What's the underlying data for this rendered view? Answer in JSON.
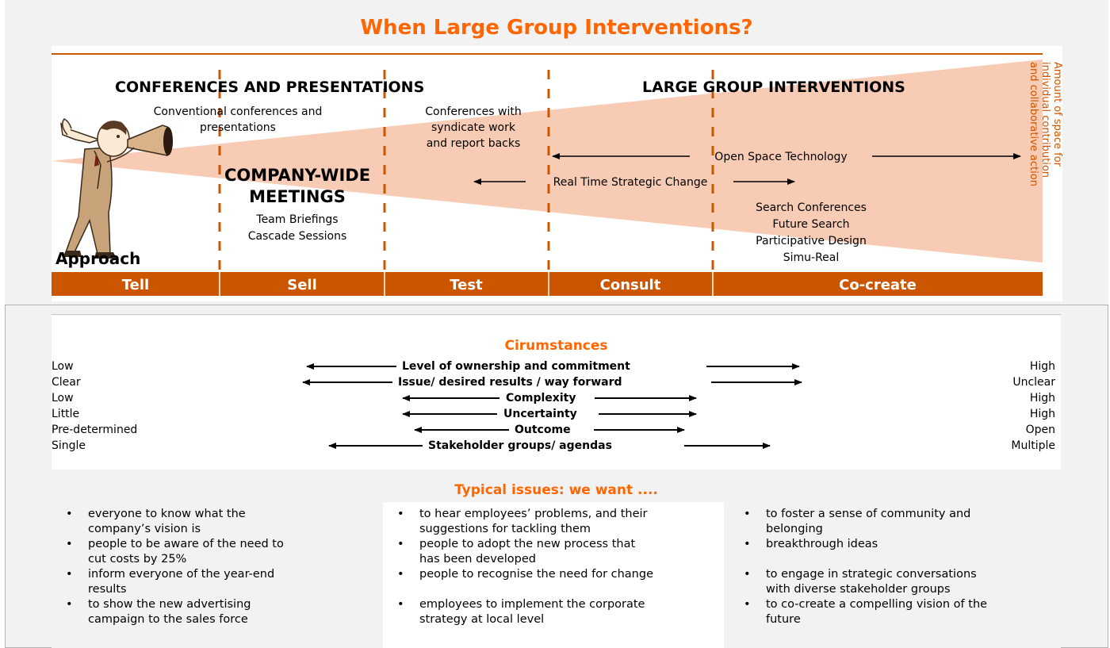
{
  "title": "When Large Group Interventions?",
  "diagram": {
    "heading_left": "CONFERENCES AND PRESENTATIONS",
    "heading_right": "LARGE GROUP INTERVENTIONS",
    "conventional": [
      "Conventional conferences and",
      "presentations"
    ],
    "syndicate": [
      "Conferences with",
      "syndicate work",
      "and report backs"
    ],
    "company_wide": [
      "COMPANY-WIDE",
      "MEETINGS"
    ],
    "company_items": [
      "Team Briefings",
      "Cascade Sessions"
    ],
    "open_space": "Open Space Technology",
    "real_time": "Real Time Strategic Change",
    "methods": [
      "Search Conferences",
      "Future Search",
      "Participative Design",
      "Simu-Real"
    ],
    "approach": "Approach",
    "axis_note": [
      "Amount of space for",
      "individual contribution",
      "and collaborative action"
    ],
    "bands": [
      "Tell",
      "Sell",
      "Test",
      "Consult",
      "Co-create"
    ],
    "colors": {
      "accent": "#ff6600",
      "band": "#cc5500",
      "wedge": "#f8cbb4"
    },
    "icons": {
      "figure": "man-with-megaphone-icon"
    }
  },
  "circumstances": {
    "title": "Cirumstances",
    "rows": [
      {
        "low": "Low",
        "label": "Level of ownership and commitment",
        "high": "High"
      },
      {
        "low": "Clear",
        "label": "Issue/ desired results / way forward",
        "high": "Unclear"
      },
      {
        "low": "Low",
        "label": "Complexity",
        "high": "High"
      },
      {
        "low": "Little",
        "label": "Uncertainty",
        "high": "High"
      },
      {
        "low": "Pre-determined",
        "label": "Outcome",
        "high": "Open"
      },
      {
        "low": "Single",
        "label": "Stakeholder groups/ agendas",
        "high": "Multiple"
      }
    ]
  },
  "issues": {
    "title": "Typical issues: we want ....",
    "col1": [
      [
        "everyone to know what the",
        "company’s vision is"
      ],
      [
        "people to be aware of the need to",
        "cut costs by 25%"
      ],
      [
        "inform everyone of the year-end",
        "results"
      ],
      [
        "to show the new advertising",
        "campaign to the sales force"
      ]
    ],
    "col2": [
      [
        "to hear employees’ problems, and their",
        "suggestions for tackling them"
      ],
      [
        "people to adopt the new process that",
        "has been developed"
      ],
      [
        "people to recognise the need for change"
      ],
      [
        "employees to implement the corporate",
        "strategy at local level"
      ]
    ],
    "col3": [
      [
        "to foster a sense of community and",
        "belonging"
      ],
      [
        "breakthrough ideas"
      ],
      [
        "to engage in strategic conversations",
        "with diverse stakeholder groups"
      ],
      [
        "to co-create a compelling vision of the",
        "future"
      ]
    ]
  }
}
